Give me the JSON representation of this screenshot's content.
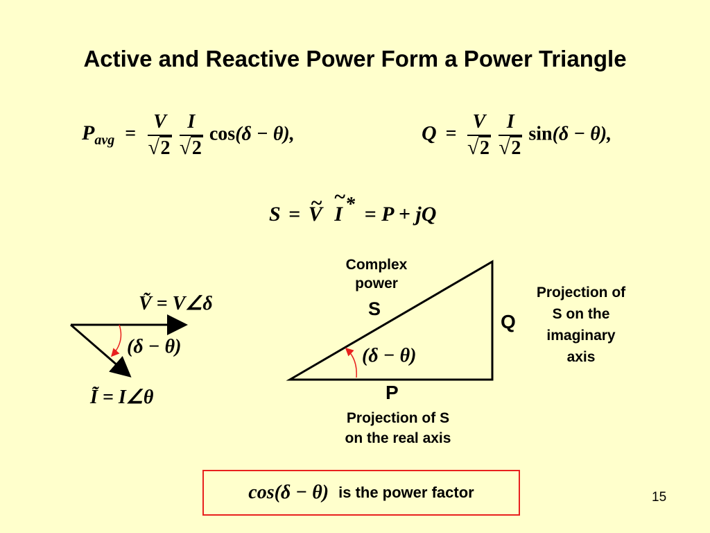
{
  "slide": {
    "title": "Active and Reactive Power Form a Power Triangle",
    "page_number": "15"
  },
  "equations": {
    "pavg": {
      "lhs_main": "P",
      "lhs_sub": "avg",
      "eq": "=",
      "frac1_num": "V",
      "frac2_num": "I",
      "den_value": "2",
      "func": "cos",
      "arg": "(δ − θ),"
    },
    "q": {
      "lhs": "Q",
      "eq": "=",
      "frac1_num": "V",
      "frac2_num": "I",
      "den_value": "2",
      "func": "sin",
      "arg": "(δ − θ),"
    },
    "s": {
      "lhs": "S",
      "eq1": "=",
      "v": "V",
      "tilde": "~",
      "i": "I",
      "star": "*",
      "rhs": "= P + jQ"
    }
  },
  "phasor_diagram": {
    "v_label": "Ṽ = V∠δ",
    "angle_label": "(δ − θ)",
    "i_label": "Ĩ = I∠θ"
  },
  "triangle": {
    "hypotenuse_label_line1": "Complex",
    "hypotenuse_label_line2": "power",
    "hypotenuse_symbol": "S",
    "vertical_symbol": "Q",
    "base_symbol": "P",
    "angle_label": "(δ − θ)",
    "vertical_desc_line1": "Projection of",
    "vertical_desc_line2": "S on the",
    "vertical_desc_line3": "imaginary",
    "vertical_desc_line4": "axis",
    "base_desc_line1": "Projection of S",
    "base_desc_line2": "on the real axis"
  },
  "power_factor": {
    "expr": "cos(δ − θ)",
    "text": "is the power factor"
  },
  "colors": {
    "background": "#ffffcc",
    "angle_arc": "#e8201e",
    "box_border": "#e8201e",
    "ink": "#000000"
  }
}
